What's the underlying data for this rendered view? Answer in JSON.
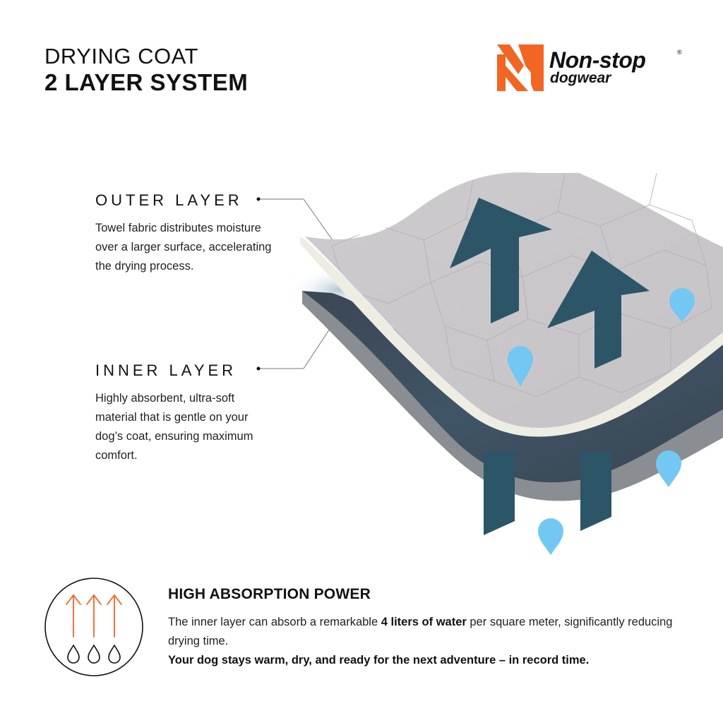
{
  "header": {
    "title_line1": "DRYING COAT",
    "title_line2": "2 LAYER SYSTEM"
  },
  "brand": {
    "name": "Non-stop",
    "sub": "dogwear",
    "registered": "®",
    "logo_icon": "nonstop-n-mark-icon",
    "accent_color": "#F26522"
  },
  "layers": [
    {
      "heading": "OUTER LAYER",
      "description": "Towel fabric distributes moisture over a larger surface, accelerating the drying process."
    },
    {
      "heading": "INNER LAYER",
      "description": "Highly absorbent, ultra-soft material that is gentle on your dog’s coat, ensuring maximum comfort."
    }
  ],
  "illustration": {
    "outer_layer_color": "#CCC9CC",
    "outer_layer_edge_color": "#EEEDE4",
    "inner_layer_color": "#3E4B5A",
    "arrow_color": "#2C5568",
    "drop_color": "#72C8F2",
    "icons": [
      "up-arrow-icon",
      "up-arrow-icon",
      "water-drop-icon",
      "water-drop-icon",
      "water-drop-icon",
      "water-drop-icon"
    ]
  },
  "feature": {
    "icon": "evaporation-icon",
    "icon_arrow_color": "#F26522",
    "title": "HIGH ABSORPTION POWER",
    "body_pre": "The inner layer can absorb a remarkable ",
    "body_bold": "4 liters of water",
    "body_post": " per square meter, significantly reducing drying time.",
    "tagline": "Your dog stays warm, dry, and ready for the next adventure – in record time."
  }
}
